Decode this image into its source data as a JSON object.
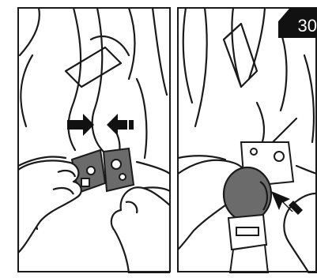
{
  "step_badge": {
    "number": "30"
  },
  "colors": {
    "line": "#1a1a1a",
    "buckle_fill": "#6b6b6b",
    "background": "#ffffff"
  },
  "panels": [
    {
      "name": "left",
      "action": "press-release-buckle-halves-together",
      "arrows": 2
    },
    {
      "name": "right",
      "action": "push-buckle-cover-upward",
      "arrows": 1
    }
  ]
}
